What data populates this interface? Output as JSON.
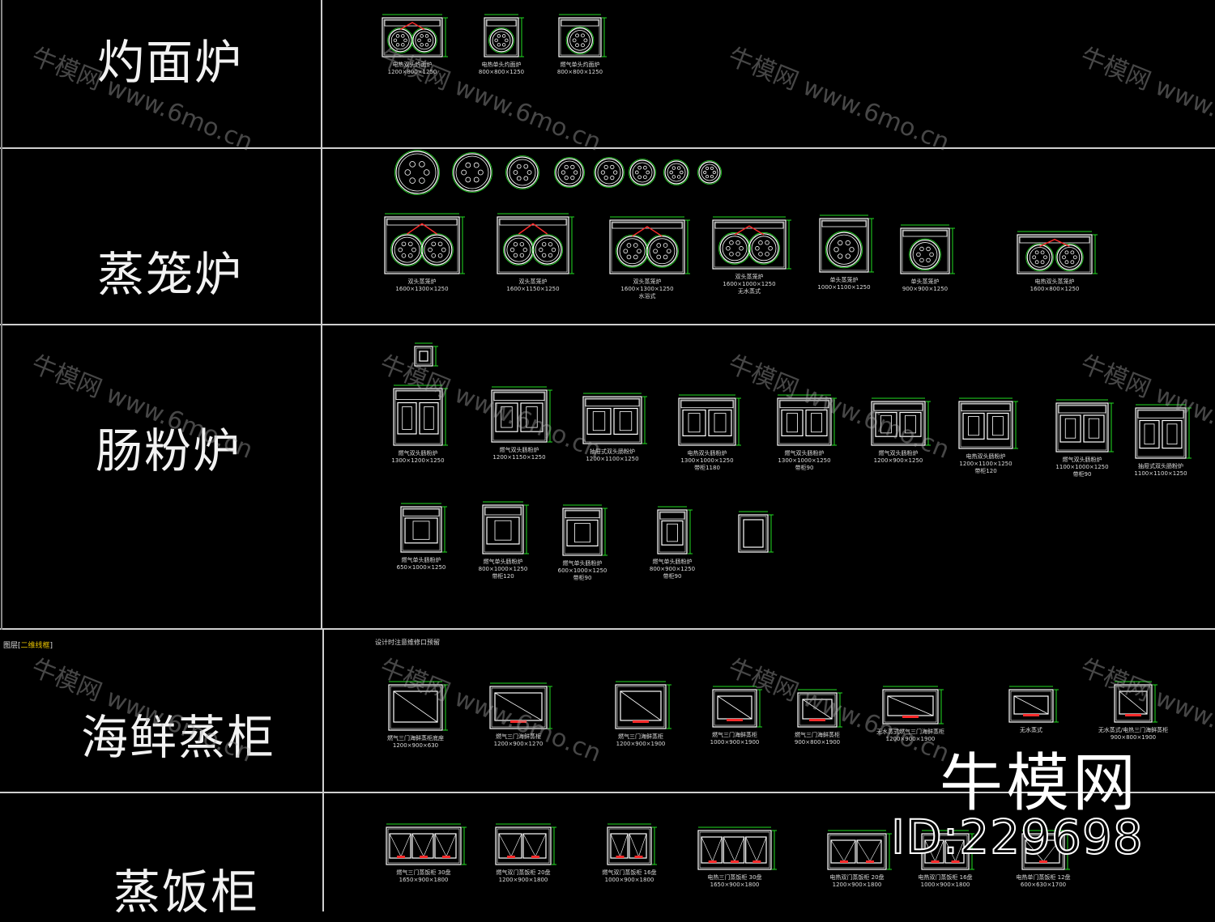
{
  "sections": [
    {
      "id": "s1",
      "label": "灼面炉"
    },
    {
      "id": "s2",
      "label": "蒸笼炉"
    },
    {
      "id": "s3",
      "label": "肠粉炉"
    },
    {
      "id": "s4",
      "label": "海鲜蒸柜"
    },
    {
      "id": "s5",
      "label": "蒸饭柜"
    }
  ],
  "layer_prefix": "图层[",
  "layer_name": "二维线框",
  "layer_suffix": "]",
  "design_note": "设计时注意维修口预留",
  "watermark_cn": "牛模网",
  "watermark_url": "www.6mo.cn",
  "brand": {
    "name": "牛模网",
    "id": "ID:229698"
  },
  "colors": {
    "line": "#ffffff",
    "dim": "#22dd22",
    "accent": "#ff2a2a",
    "background": "#000000"
  },
  "captions": {
    "row1": [
      {
        "l1": "电热双头灼面炉",
        "l2": "1200×800×1250"
      },
      {
        "l1": "电热单头灼面炉",
        "l2": "800×800×1250"
      },
      {
        "l1": "燃气单头灼面炉",
        "l2": "800×800×1250"
      }
    ],
    "row3": [
      {
        "l1": "双头蒸笼炉",
        "l2": "1600×1300×1250"
      },
      {
        "l1": "双头蒸笼炉",
        "l2": "1600×1150×1250"
      },
      {
        "l1": "双头蒸笼炉",
        "l2": "1600×1300×1250",
        "l3": "水浴式"
      },
      {
        "l1": "双头蒸笼炉",
        "l2": "1600×1000×1250",
        "l3": "无水蒸式"
      },
      {
        "l1": "单头蒸笼炉",
        "l2": "1000×1100×1250"
      },
      {
        "l1": "单头蒸笼炉",
        "l2": "900×900×1250"
      },
      {
        "l1": "电热双头蒸笼炉",
        "l2": "1600×800×1250"
      }
    ],
    "row4": [
      {
        "l1": "燃气双头肠粉炉",
        "l2": "1300×1200×1250"
      },
      {
        "l1": "燃气双头肠粉炉",
        "l2": "1200×1150×1250"
      },
      {
        "l1": "抽屉式双头肠粉炉",
        "l2": "1200×1100×1250"
      },
      {
        "l1": "电热双头肠粉炉",
        "l2": "1300×1000×1250",
        "l3": "带柜1180"
      },
      {
        "l1": "燃气双头肠粉炉",
        "l2": "1300×1000×1250",
        "l3": "带柜90"
      },
      {
        "l1": "燃气双头肠粉炉",
        "l2": "1200×900×1250"
      },
      {
        "l1": "电热双头肠粉炉",
        "l2": "1200×1100×1250",
        "l3": "带柜120"
      },
      {
        "l1": "燃气双头肠粉炉",
        "l2": "1100×1000×1250",
        "l3": "带柜90"
      },
      {
        "l1": "抽屉式双头肠粉炉",
        "l2": "1100×1100×1250"
      }
    ],
    "row5": [
      {
        "l1": "燃气单头肠粉炉",
        "l2": "650×1000×1250"
      },
      {
        "l1": "燃气单头肠粉炉",
        "l2": "800×1000×1250",
        "l3": "带柜120"
      },
      {
        "l1": "燃气单头肠粉炉",
        "l2": "600×1000×1250",
        "l3": "带柜90"
      },
      {
        "l1": "燃气单头肠粉炉",
        "l2": "800×900×1250",
        "l3": "带柜90"
      }
    ],
    "row6": [
      {
        "l1": "燃气三门海鲜蒸柜底座",
        "l2": "1200×900×630"
      },
      {
        "l1": "燃气三门海鲜蒸柜",
        "l2": "1200×900×1270"
      },
      {
        "l1": "燃气三门海鲜蒸柜",
        "l2": "1200×900×1900"
      },
      {
        "l1": "燃气三门海鲜蒸柜",
        "l2": "1000×900×1900"
      },
      {
        "l1": "燃气三门海鲜蒸柜",
        "l2": "900×800×1900"
      },
      {
        "l1": "无水蒸式燃气三门海鲜蒸柜",
        "l2": "1200×900×1900"
      },
      {
        "l1": "无水蒸式",
        "l2": ""
      },
      {
        "l1": "无水蒸式/电热三门海鲜蒸柜",
        "l2": "900×800×1900"
      }
    ],
    "row7": [
      {
        "l1": "燃气三门蒸饭柜 30盘",
        "l2": "1650×900×1800"
      },
      {
        "l1": "燃气双门蒸饭柜 20盘",
        "l2": "1200×900×1800"
      },
      {
        "l1": "燃气双门蒸饭柜 16盘",
        "l2": "1000×900×1800"
      },
      {
        "l1": "电热三门蒸饭柜 30盘",
        "l2": "1650×900×1800"
      },
      {
        "l1": "电热双门蒸饭柜 20盘",
        "l2": "1200×900×1800"
      },
      {
        "l1": "电热双门蒸饭柜 16盘",
        "l2": "1000×900×1800"
      },
      {
        "l1": "电热单门蒸饭柜 12盘",
        "l2": "600×630×1700"
      }
    ]
  }
}
